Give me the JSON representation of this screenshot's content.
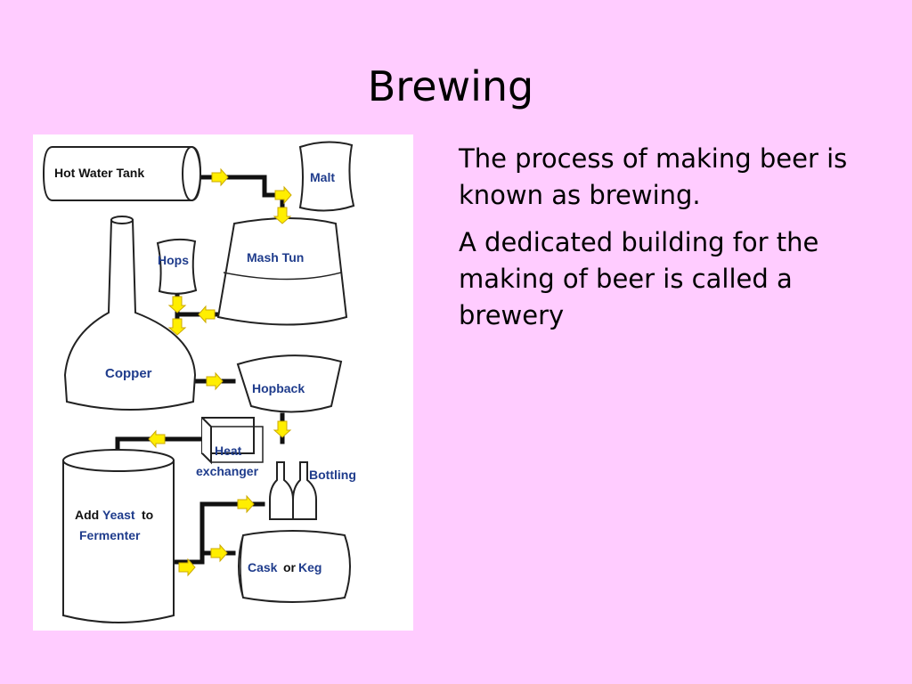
{
  "slide": {
    "title": "Brewing",
    "paragraphs": [
      "The process of making beer is known as brewing.",
      "A dedicated building for the making of beer is called a brewery"
    ]
  },
  "colors": {
    "background": "#ffccff",
    "panel": "#ffffff",
    "label_blue": "#1f3c8c",
    "arrow_yellow": "#ffee00",
    "outline": "#222222"
  },
  "diagram": {
    "labels": {
      "hot_water_tank": "Hot Water Tank",
      "malt": "Malt",
      "hops": "Hops",
      "mash_tun": "Mash Tun",
      "copper": "Copper",
      "hopback": "Hopback",
      "heat": "Heat",
      "exchanger": "exchanger",
      "bottling": "Bottling",
      "add": "Add",
      "yeast": "Yeast",
      "to": "to",
      "fermenter": "Fermenter",
      "cask": "Cask",
      "or": "or",
      "keg": "Keg"
    }
  }
}
